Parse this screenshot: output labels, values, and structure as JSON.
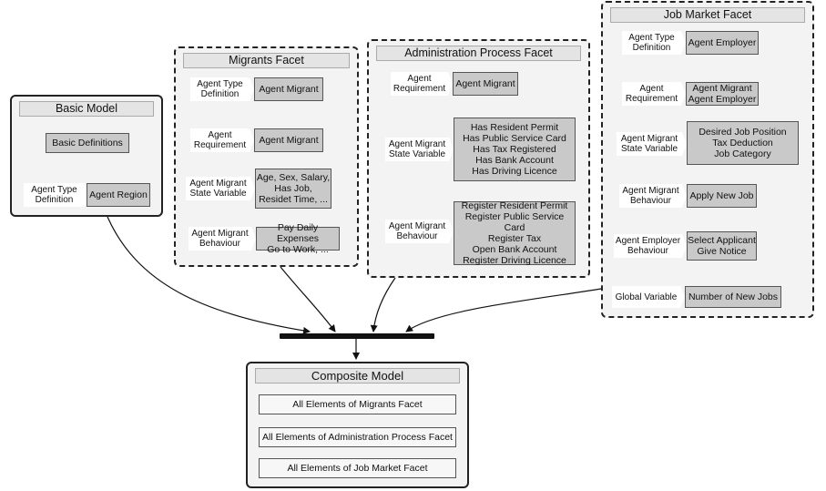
{
  "basic": {
    "title": "Basic Model",
    "definitions": "Basic Definitions",
    "type_tag": "Agent Type\nDefinition",
    "region": "Agent Region"
  },
  "migrants": {
    "title": "Migrants Facet",
    "type_tag": "Agent Type\nDefinition",
    "type_val": "Agent Migrant",
    "req_tag": "Agent\nRequirement",
    "req_val": "Agent Migrant",
    "state_tag": "Agent Migrant\nState Variable",
    "state_val": "Age, Sex, Salary,\nHas Job,\nResidet Time, ...",
    "beh_tag": "Agent Migrant\nBehaviour",
    "beh_val": "Pay Daily Expenses\nGo to Work, ..."
  },
  "admin": {
    "title": "Administration Process Facet",
    "req_tag": "Agent\nRequirement",
    "req_val": "Agent Migrant",
    "state_tag": "Agent Migrant\nState Variable",
    "state_val": "Has Resident Permit\nHas Public Service Card\nHas Tax Registered\nHas Bank Account\nHas Driving Licence",
    "beh_tag": "Agent Migrant\nBehaviour",
    "beh_val": "Register Resident Permit\nRegister Public Service Card\nRegister Tax\nOpen Bank Account\nRegister Driving Licence"
  },
  "job": {
    "title": "Job Market Facet",
    "type_tag": "Agent Type\nDefinition",
    "type_val": "Agent Employer",
    "req_tag": "Agent\nRequirement",
    "req_val": "Agent Migrant\nAgent Employer",
    "state_tag": "Agent Migrant\nState Variable",
    "state_val": "Desired Job Position\nTax Deduction\nJob Category",
    "beh_tag": "Agent Migrant\nBehaviour",
    "beh_val": "Apply New Job",
    "emp_tag": "Agent Employer\nBehaviour",
    "emp_val": "Select Applicant\nGive Notice",
    "global_tag": "Global Variable",
    "global_val": "Number of New Jobs"
  },
  "composite": {
    "title": "Composite Model",
    "rows": [
      "All Elements of Migrants Facet",
      "All Elements of Administration Process Facet",
      "All Elements of Job Market Facet"
    ]
  }
}
